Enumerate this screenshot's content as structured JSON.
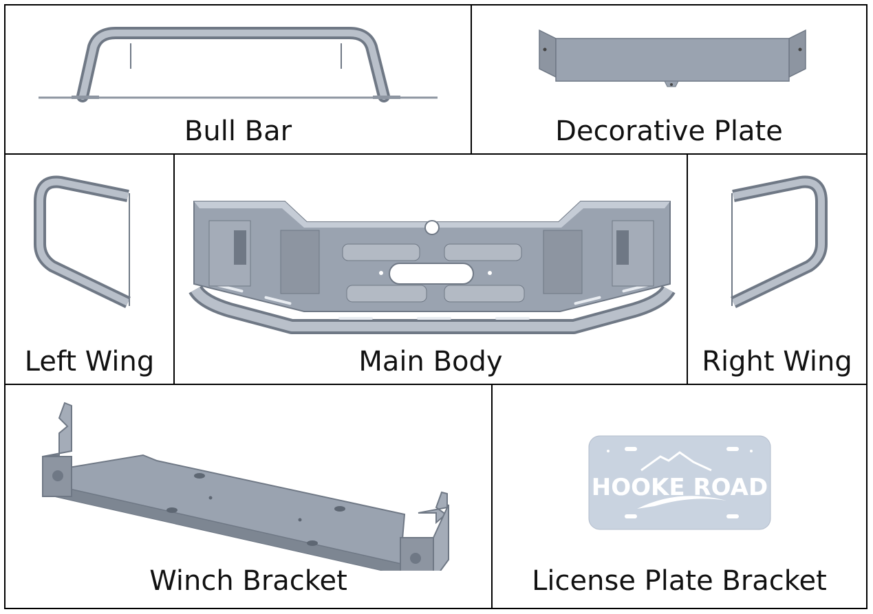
{
  "parts": {
    "bull_bar": "Bull Bar",
    "decorative_plate": "Decorative Plate",
    "left_wing": "Left Wing",
    "main_body": "Main Body",
    "right_wing": "Right Wing",
    "winch_bracket": "Winch Bracket",
    "license_plate_bracket": "License Plate Bracket"
  },
  "plate_text": "HOOKE ROAD",
  "colors": {
    "steel": "#9aa3b0",
    "steel_dark": "#6f7885",
    "steel_light": "#c5ccd6",
    "plate": "#c9d3e0"
  }
}
